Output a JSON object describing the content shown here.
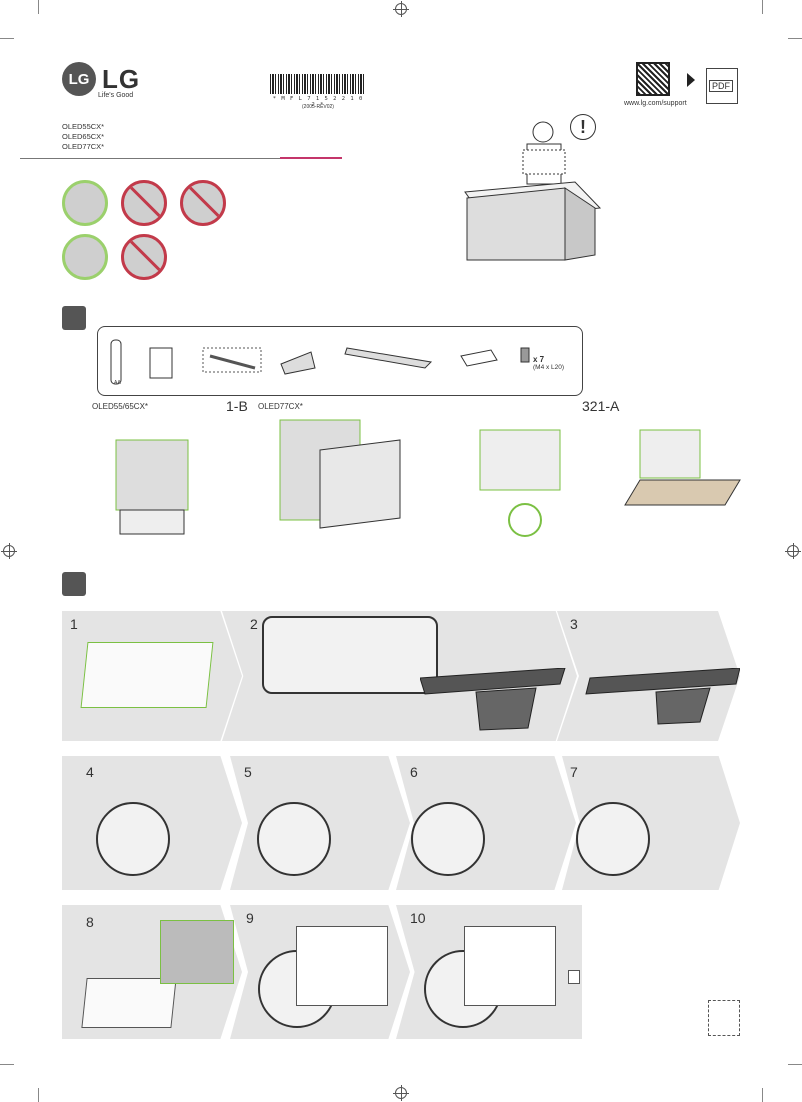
{
  "header": {
    "logo_mark": "LG",
    "logo_text": "LG",
    "tagline": "Life's Good",
    "models": [
      "OLED55CX*",
      "OLED65CX*",
      "OLED77CX*"
    ],
    "barcode_number": "* M F L 7 1 5 2 2 1 0 2 *",
    "barcode_revision": "(2005-REV02)",
    "pdf_label": "PDF",
    "support_url": "www.lg.com/support"
  },
  "accessories": {
    "screw_count": "x 7",
    "screw_spec": "(M4 x L20)",
    "battery_label": "AA"
  },
  "unpacking": {
    "label_a": "OLED55/65CX*",
    "label_b_num": "1-B",
    "label_b": "OLED77CX*",
    "label_c": "321-A"
  },
  "steps": [
    "1",
    "2",
    "3",
    "4",
    "5",
    "6",
    "7",
    "8",
    "9",
    "10"
  ],
  "colors": {
    "accent": "#7bc043",
    "prohibit": "#c23a4a",
    "rule_accent": "#c4356a"
  }
}
